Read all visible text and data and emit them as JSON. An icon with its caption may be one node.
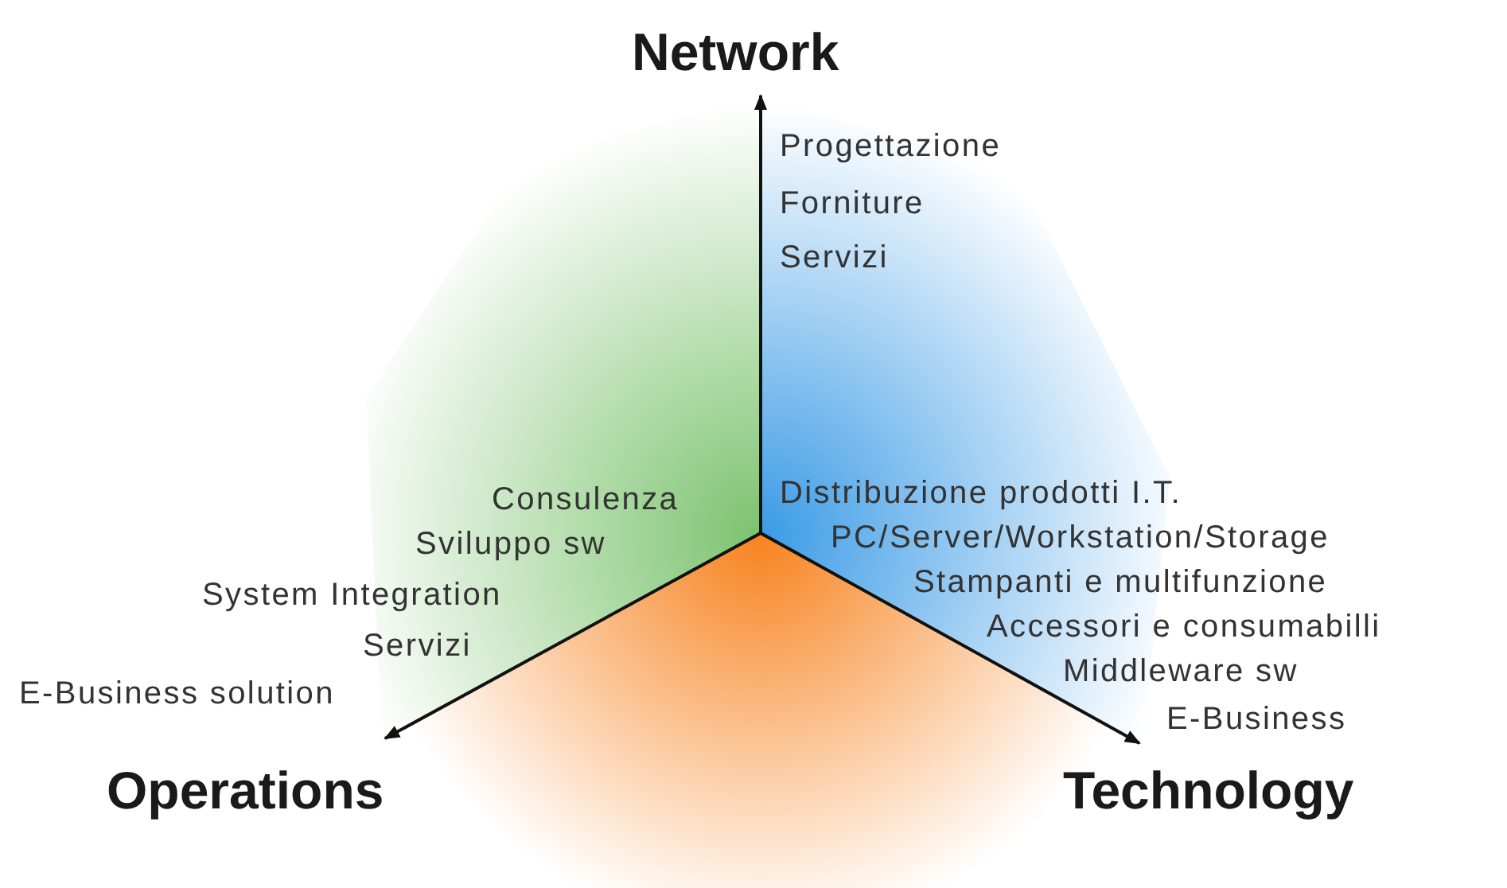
{
  "diagram": {
    "nodes": [
      {
        "text": [
          "Network"
        ]
      },
      {
        "text": [
          "Operations"
        ]
      },
      {
        "text": [
          "Technology"
        ]
      }
    ],
    "edges": [
      {
        "from": null,
        "to": 0,
        "arrow": "to"
      },
      {
        "from": null,
        "to": 1,
        "arrow": "to"
      },
      {
        "from": null,
        "to": 2,
        "arrow": "to"
      }
    ],
    "labels": [
      "Progettazione",
      "Forniture",
      "Servizi",
      "Consulenza",
      "Sviluppo sw",
      "System Integration",
      "Servizi",
      "E-Business solution",
      "Distribuzione prodotti I.T.",
      "PC/Server/Workstation/Storage",
      "Stampanti e multifunzione",
      "Accessori e consumabilli",
      "Middleware sw",
      "E-Business"
    ]
  }
}
